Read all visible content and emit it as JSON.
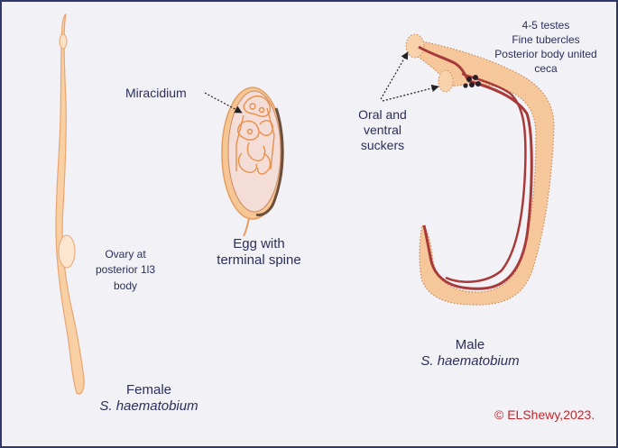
{
  "labels": {
    "miracidium": "Miracidium",
    "egg_line1": "Egg with",
    "egg_line2": "terminal spine",
    "ovary_line1": "Ovary at",
    "ovary_line2": "posterior 1l3",
    "ovary_line3": "body",
    "female_line1": "Female",
    "female_line2": "S. haematobium",
    "suckers_line1": "Oral and",
    "suckers_line2": "ventral",
    "suckers_line3": "suckers",
    "male_info_line1": "4-5 testes",
    "male_info_line2": "Fine tubercles",
    "male_info_line3": "Posterior body united",
    "male_info_line4": "ceca",
    "male_line1": "Male",
    "male_line2": "S. haematobium"
  },
  "copyright": "© ELShewy,2023.",
  "colors": {
    "body_fill": "#f9cfa4",
    "body_stroke": "#e8a571",
    "cecum": "#a83a3a",
    "text": "#2b2f5a",
    "copyright": "#c0282d",
    "frame": "#2f3a6b"
  }
}
